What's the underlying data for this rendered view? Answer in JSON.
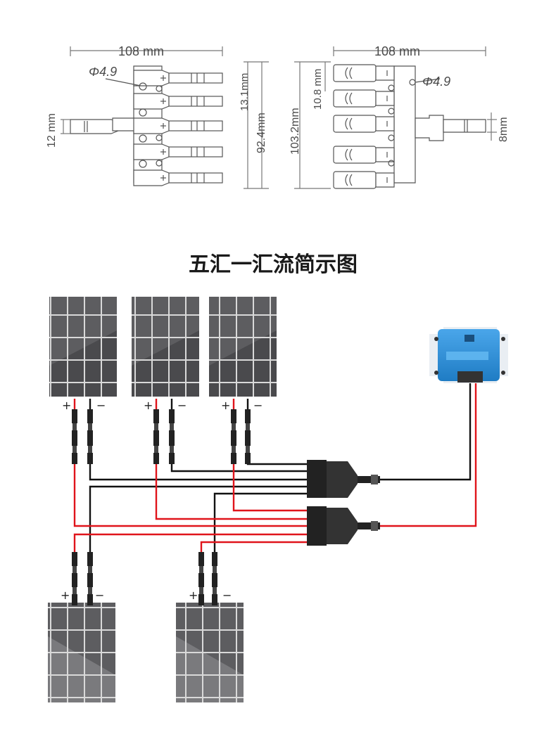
{
  "top_drawing": {
    "left": {
      "width_label": "108 mm",
      "hole_label": "Φ4.9",
      "pitch_label": "13.1mm",
      "height_label": "92.4mm",
      "input_label": "12 mm"
    },
    "right": {
      "width_label": "108 mm",
      "hole_label": "Φ4.9",
      "pitch_label": "10.8 mm",
      "height_label": "103.2mm",
      "output_label": "8mm"
    }
  },
  "title": "五汇一汇流简示图",
  "diagram": {
    "plus": "+",
    "minus": "−",
    "wire_colors": {
      "positive": "#e0141b",
      "negative": "#111111"
    },
    "controller_color": "#2d8fd6"
  }
}
